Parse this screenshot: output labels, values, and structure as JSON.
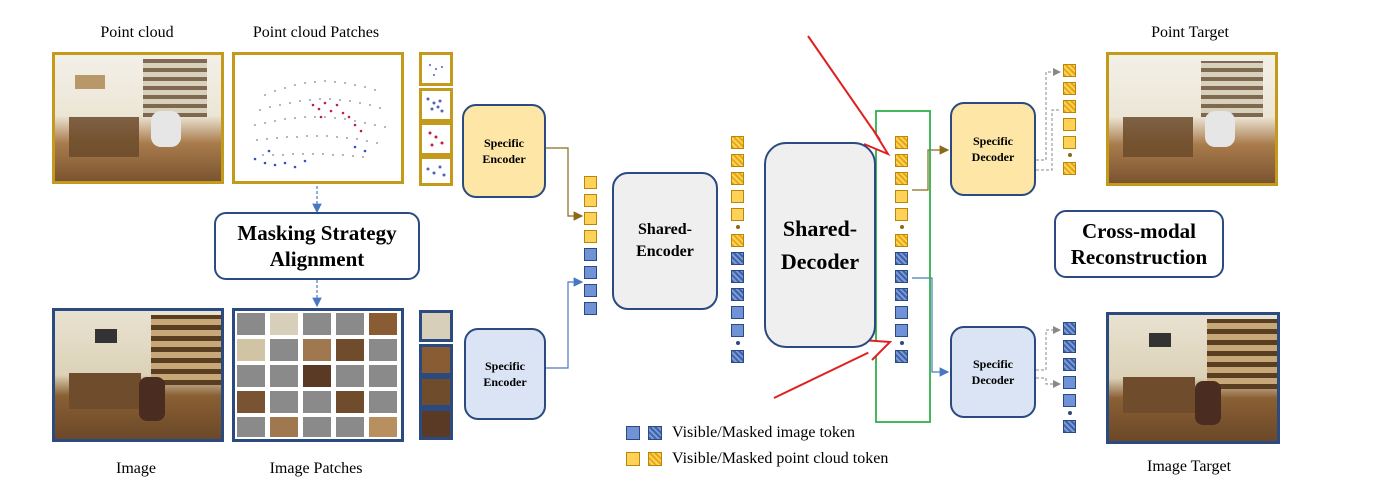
{
  "labels": {
    "point_cloud": "Point cloud",
    "point_cloud_patches": "Point cloud Patches",
    "image": "Image",
    "image_patches": "Image Patches",
    "point_target": "Point Target",
    "image_target": "Image Target"
  },
  "boxes": {
    "masking_strategy": "Masking Strategy Alignment",
    "specific_encoder_point": "Specific Encoder",
    "specific_encoder_image": "Specific Encoder",
    "shared_encoder": "Shared-Encoder",
    "shared_decoder": "Shared-Decoder",
    "specific_decoder_point": "Specific Decoder",
    "specific_decoder_image": "Specific Decoder",
    "cross_modal": "Cross-modal Reconstruction"
  },
  "legend": {
    "image_token": "Visible/Masked image token",
    "point_token": "Visible/Masked point cloud token"
  },
  "colors": {
    "gold": "#c49a1c",
    "navy": "#2a4a80",
    "highlight_green": "#2fb04a",
    "annotation_red": "#e02020"
  }
}
